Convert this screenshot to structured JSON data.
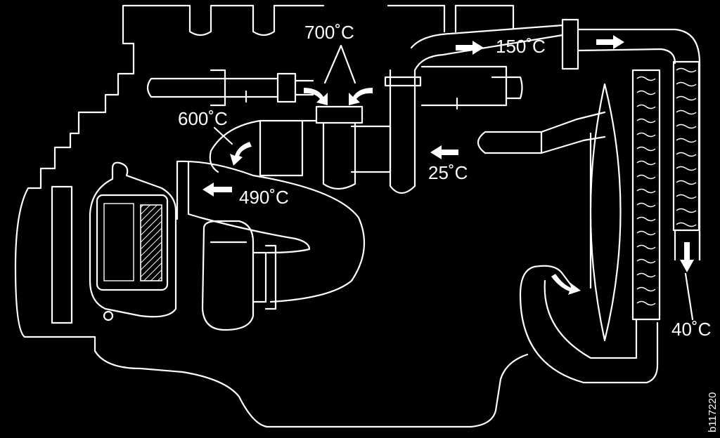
{
  "labels": {
    "t700": "700˚C",
    "t150": "150˚C",
    "t600": "600˚C",
    "t25": "25˚C",
    "t490": "490˚C",
    "t40": "40˚C"
  },
  "figure_code": "b117220",
  "colors": {
    "background": "#000000",
    "line": "#ffffff"
  }
}
